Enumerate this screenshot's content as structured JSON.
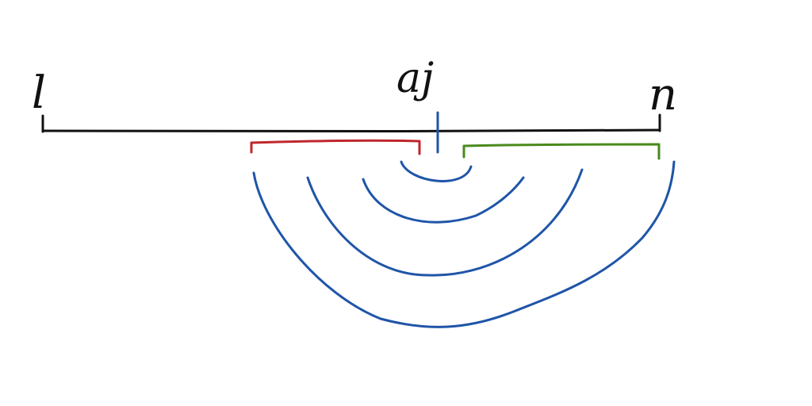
{
  "labels": {
    "left_end": "l",
    "pivot": "aj",
    "right_end": "n"
  },
  "colors": {
    "axis": "#111111",
    "left_bracket": "#c0272d",
    "right_bracket": "#4a8a1c",
    "arcs": "#1f55a8"
  }
}
